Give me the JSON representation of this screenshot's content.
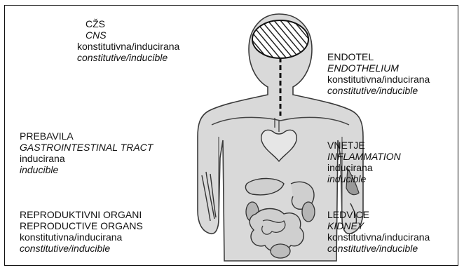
{
  "labels": {
    "cns": {
      "title": "CŽS",
      "title_en": "CNS",
      "type_sl": "konstitutivna/inducirana",
      "type_en": "constitutive/inducible"
    },
    "endothelium": {
      "title": "ENDOTEL",
      "title_en": "ENDOTHELIUM",
      "type_sl": "konstitutivna/inducirana",
      "type_en": "constitutive/inducible"
    },
    "gi": {
      "title": "PREBAVILA",
      "title_en": "GASTROINTESTINAL TRACT",
      "type_sl": "inducirana",
      "type_en": "inducible"
    },
    "inflammation": {
      "title": "VNETJE",
      "title_en": "INFLAMMATION",
      "type_sl": "inducirana",
      "type_en": "inducible"
    },
    "reproductive": {
      "title": "REPRODUKTIVNI ORGANI",
      "title_en": "REPRODUCTIVE ORGANS",
      "type_sl": "konstitutivna/inducirana",
      "type_en": "constitutive/inducible"
    },
    "kidney": {
      "title": "LEDVICE",
      "title_en": "KIDNEY",
      "type_sl": "konstitutivna/inducirana",
      "type_en": "constitutive/inducible"
    }
  },
  "colors": {
    "body_fill": "#d9d9d9",
    "outline": "#3a3a3a",
    "organ_fill": "#c8c8c8"
  }
}
